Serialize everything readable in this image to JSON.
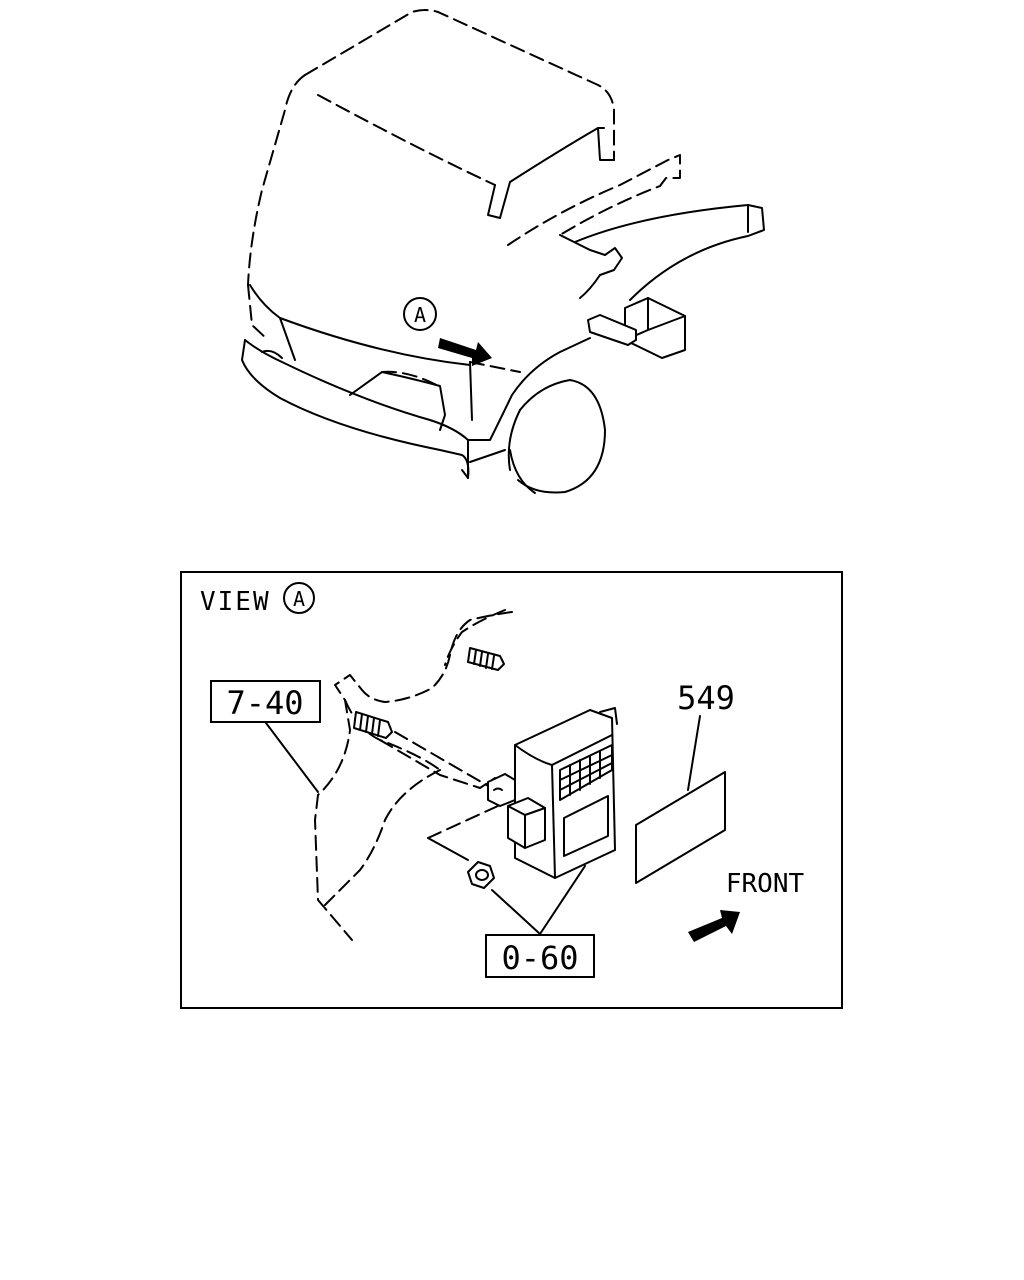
{
  "overview": {
    "view_marker": "A"
  },
  "detail_view": {
    "view_label": "VIEW",
    "view_marker": "A",
    "callouts": {
      "ref_7_40": "7-40",
      "ref_0_60": "0-60",
      "part_549": "549"
    },
    "direction_label": "FRONT"
  }
}
